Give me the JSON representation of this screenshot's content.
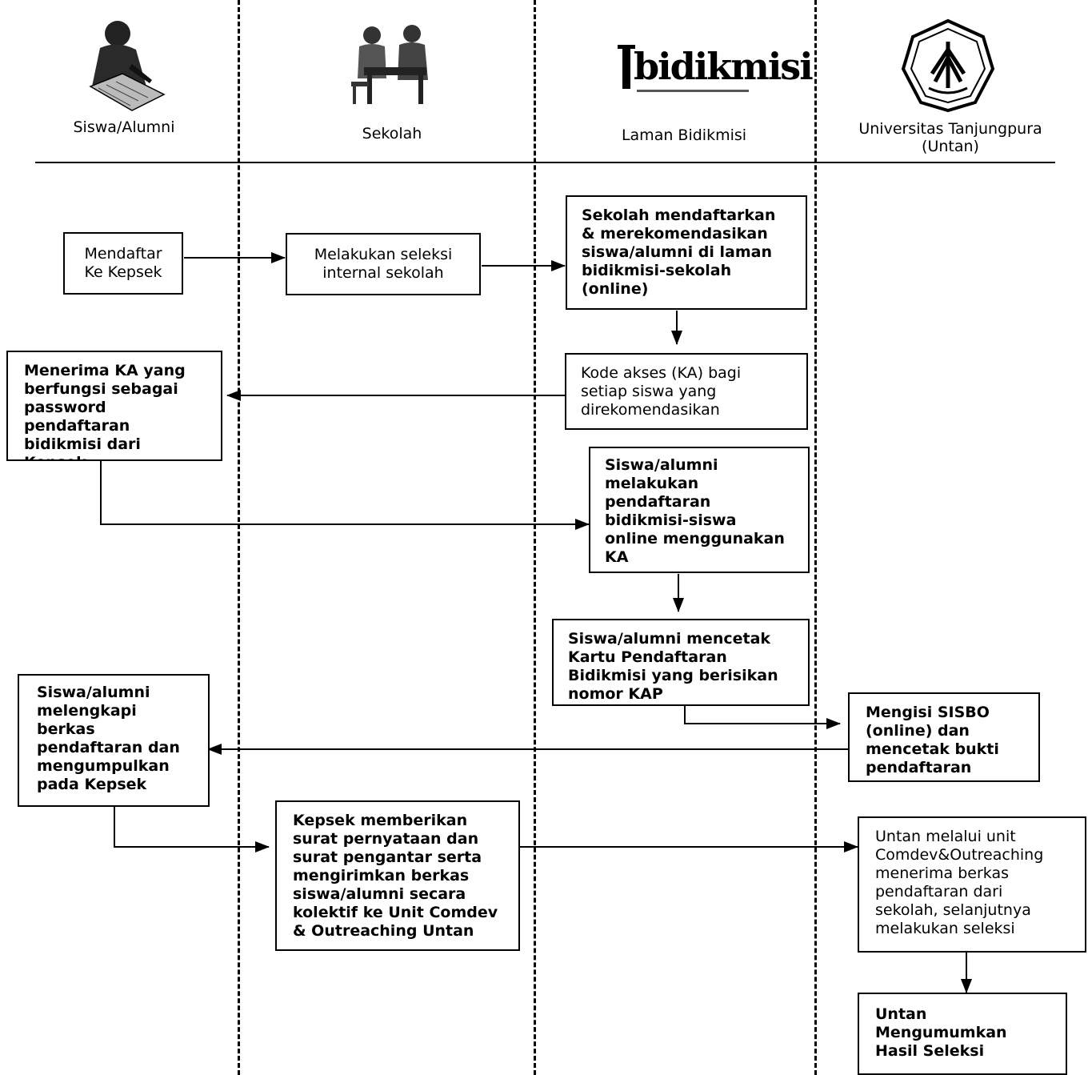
{
  "lanes": [
    {
      "title": "Siswa/Alumni"
    },
    {
      "title": "Sekolah"
    },
    {
      "title": "Laman Bidikmisi"
    },
    {
      "title": "Universitas Tanjungpura\n(Untan)"
    }
  ],
  "logo_text": "bidikmisi",
  "boxes": {
    "b1": {
      "text": "Mendaftar\nKe Kepsek"
    },
    "b2": {
      "text": "Melakukan seleksi\ninternal sekolah"
    },
    "b3": {
      "text": "Sekolah mendaftarkan & merekomendasikan siswa/alumni di laman bidikmisi-sekolah (online)"
    },
    "b4": {
      "text": "Kode akses (KA)  bagi setiap siswa yang direkomendasikan"
    },
    "b5": {
      "text": "Menerima KA yang berfungsi sebagai password pendaftaran bidikmisi dari Kepsek"
    },
    "b6": {
      "text": "Siswa/alumni melakukan pendaftaran bidikmisi-siswa online menggunakan KA"
    },
    "b7": {
      "text": "Siswa/alumni mencetak Kartu Pendaftaran Bidikmisi yang berisikan nomor KAP"
    },
    "b8": {
      "text": "Mengisi SISBO (online) dan mencetak bukti pendaftaran"
    },
    "b9": {
      "text": "Siswa/alumni melengkapi berkas pendaftaran dan mengumpulkan pada Kepsek"
    },
    "b10": {
      "text": "Kepsek memberikan surat pernyataan dan surat pengantar serta mengirimkan berkas siswa/alumni secara kolektif ke Unit Comdev & Outreaching Untan"
    },
    "b11": {
      "text": "Untan melalui unit Comdev&Outreaching menerima berkas pendaftaran dari sekolah, selanjutnya melakukan seleksi"
    },
    "b12": {
      "text": "Untan Mengumumkan Hasil Seleksi"
    }
  }
}
